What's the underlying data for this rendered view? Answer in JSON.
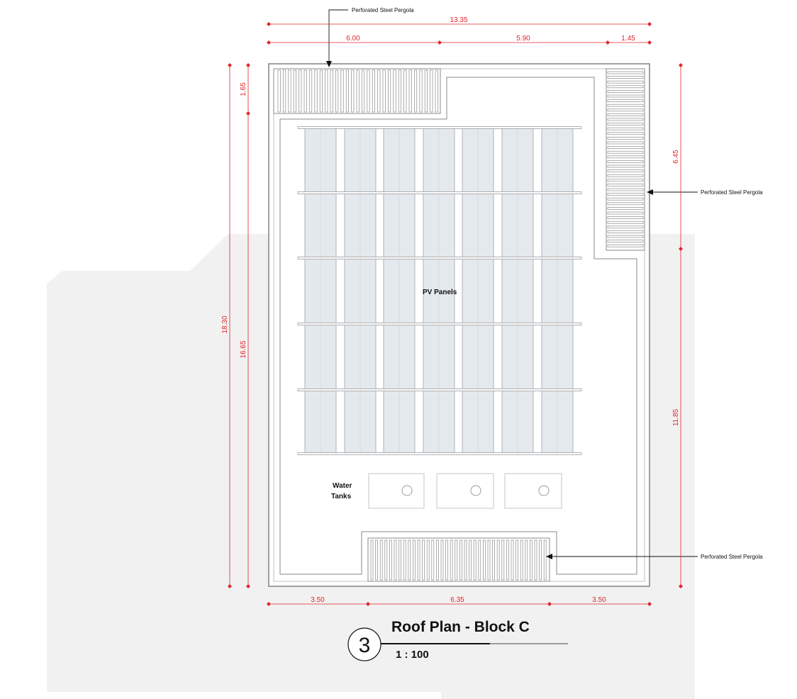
{
  "drawing": {
    "title": "Roof Plan - Block C",
    "scale": "1 : 100",
    "sheet_number": "3"
  },
  "labels": {
    "pv_panels": "PV Panels",
    "water_tanks_line1": "Water",
    "water_tanks_line2": "Tanks",
    "pergola_top": "Perforated Steel Pergola",
    "pergola_right": "Perforated Steel Pergola",
    "pergola_bottom": "Perforated Steel Pergola"
  },
  "dimensions": {
    "top_overall": "13.35",
    "top_segments": [
      "6.00",
      "5.90",
      "1.45"
    ],
    "bottom_segments": [
      "3.50",
      "6.35",
      "3.50"
    ],
    "left_overall": "18.30",
    "left_top": "1.65",
    "left_lower": "16.65",
    "right_top": "6.45",
    "right_lower": "11.85"
  },
  "colors": {
    "dimension": "#e0252b",
    "panel_fill": "#e4e9ee",
    "line": "#8a8a8a",
    "shadow": "#f1f1f1"
  }
}
